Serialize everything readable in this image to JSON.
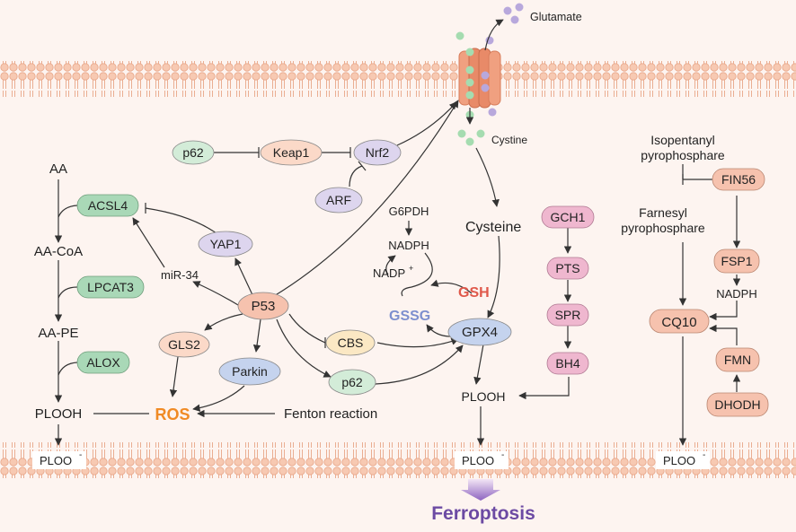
{
  "metabolites": {
    "glutamate": "Glutamate",
    "cystine": "Cystine",
    "cysteine": "Cysteine",
    "aa": "AA",
    "aa_coa": "AA-CoA",
    "aa_pe": "AA-PE",
    "plooh_left": "PLOOH",
    "plooh_mid": "PLOOH",
    "ploo_left": "PLOO",
    "ploo_mid": "PLOO",
    "ploo_right": "PLOO",
    "ploo_charge": "-",
    "g6pdh": "G6PDH",
    "nadph_mid": "NADPH",
    "nadp": "NADP",
    "nadp_charge": "+",
    "gsh": "GSH",
    "gssg": "GSSG",
    "ros": "ROS",
    "fenton": "Fenton reaction",
    "mir34": "miR-34",
    "isopentenyl_line1": "Isopentanyl",
    "isopentenyl_line2": "pyrophosphare",
    "farnesyl_line1": "Farnesyl",
    "farnesyl_line2": "pyrophosphare",
    "nadph_right": "NADPH",
    "outcome": "Ferroptosis"
  },
  "nodes": {
    "p62_top": "p62",
    "keap1": "Keap1",
    "nrf2": "Nrf2",
    "arf": "ARF",
    "acsl4": "ACSL4",
    "lpcat3": "LPCAT3",
    "alox": "ALOX",
    "yap1": "YAP1",
    "p53": "P53",
    "gls2": "GLS2",
    "parkin": "Parkin",
    "cbs": "CBS",
    "p62_mid": "p62",
    "gpx4": "GPX4",
    "gch1": "GCH1",
    "pts": "PTS",
    "spr": "SPR",
    "bh4": "BH4",
    "fin56": "FIN56",
    "fsp1": "FSP1",
    "cq10": "CQ10",
    "fmn": "FMN",
    "dhodh": "DHODH"
  },
  "colors": {
    "background": "#fdf4f0",
    "membrane_head": "#f7c9b2",
    "membrane_head_stroke": "#e8a688",
    "green_node": "#d3ecd8",
    "green_node_dark": "#a9d8b7",
    "peach_node": "#fbd9c8",
    "salmon_node": "#f6c2ae",
    "lavender_node": "#ddd5ee",
    "blue_node": "#c5d3ee",
    "pink_node": "#efb7cf",
    "gsh_red": "#e0584a",
    "gssg_blue": "#7d8fce",
    "ros_orange": "#f08a24",
    "ferroptosis_purple": "#6c4aa3",
    "arrow": "#333333"
  }
}
